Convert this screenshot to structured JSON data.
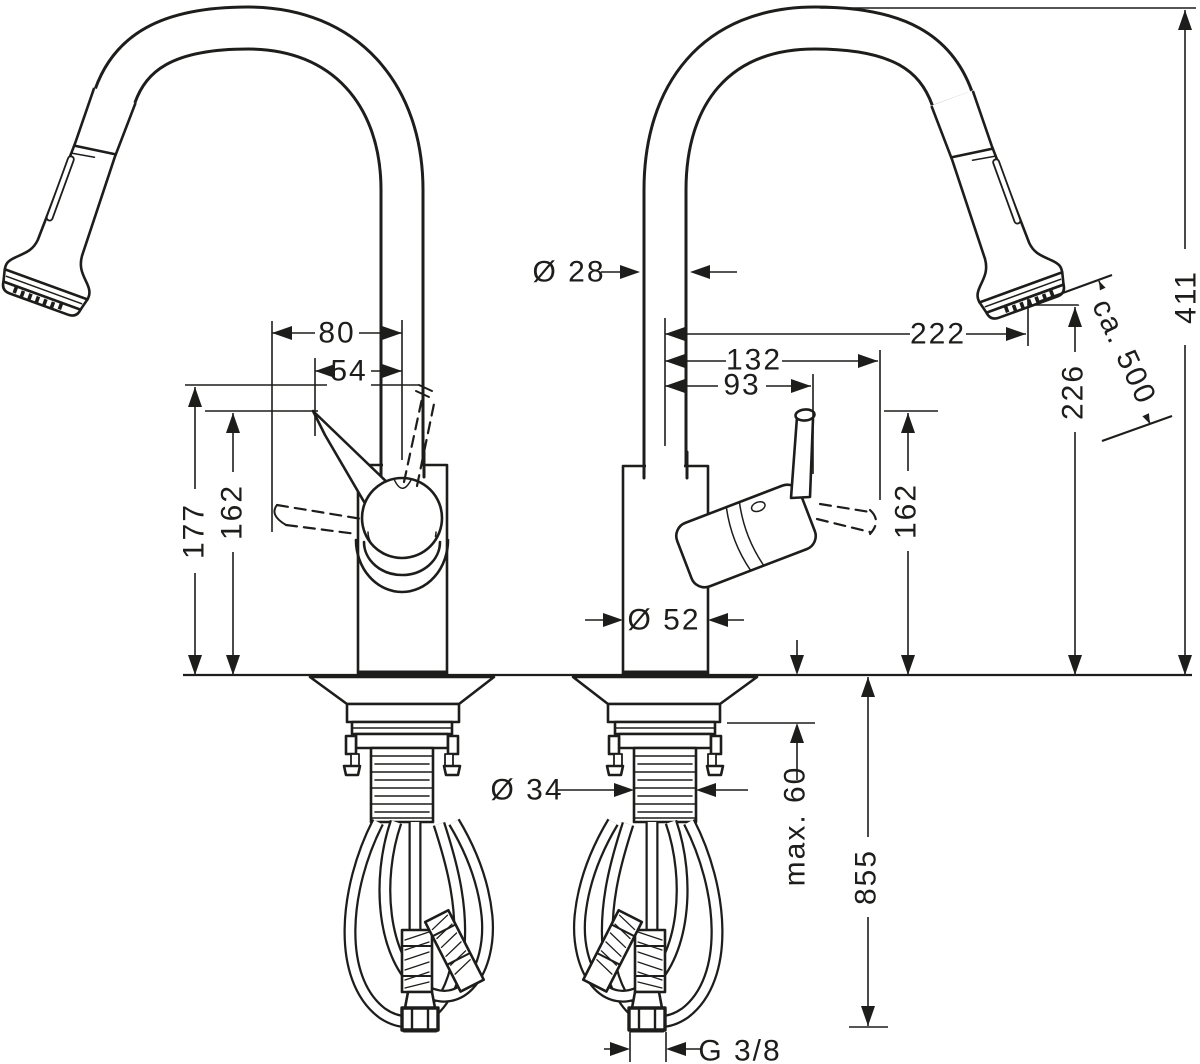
{
  "drawing": {
    "type": "faucet-installation-dimension-drawing",
    "views": {
      "left": {
        "dim_80": "80",
        "dim_54": "54",
        "dim_177": "177",
        "dim_162": "162"
      },
      "right": {
        "dia_28": "Ø 28",
        "dim_222": "222",
        "dim_132": "132",
        "dim_93": "93",
        "dim_162": "162",
        "dim_226": "226",
        "hose_pullout": "ca. 500",
        "dim_411": "411",
        "dia_52": "Ø 52",
        "dia_34": "Ø 34",
        "max_counter_thickness": "max. 60",
        "dim_855": "855",
        "thread_size": "G 3/8"
      }
    },
    "colors": {
      "line": "#1d1d1b",
      "background": "#ffffff"
    }
  }
}
